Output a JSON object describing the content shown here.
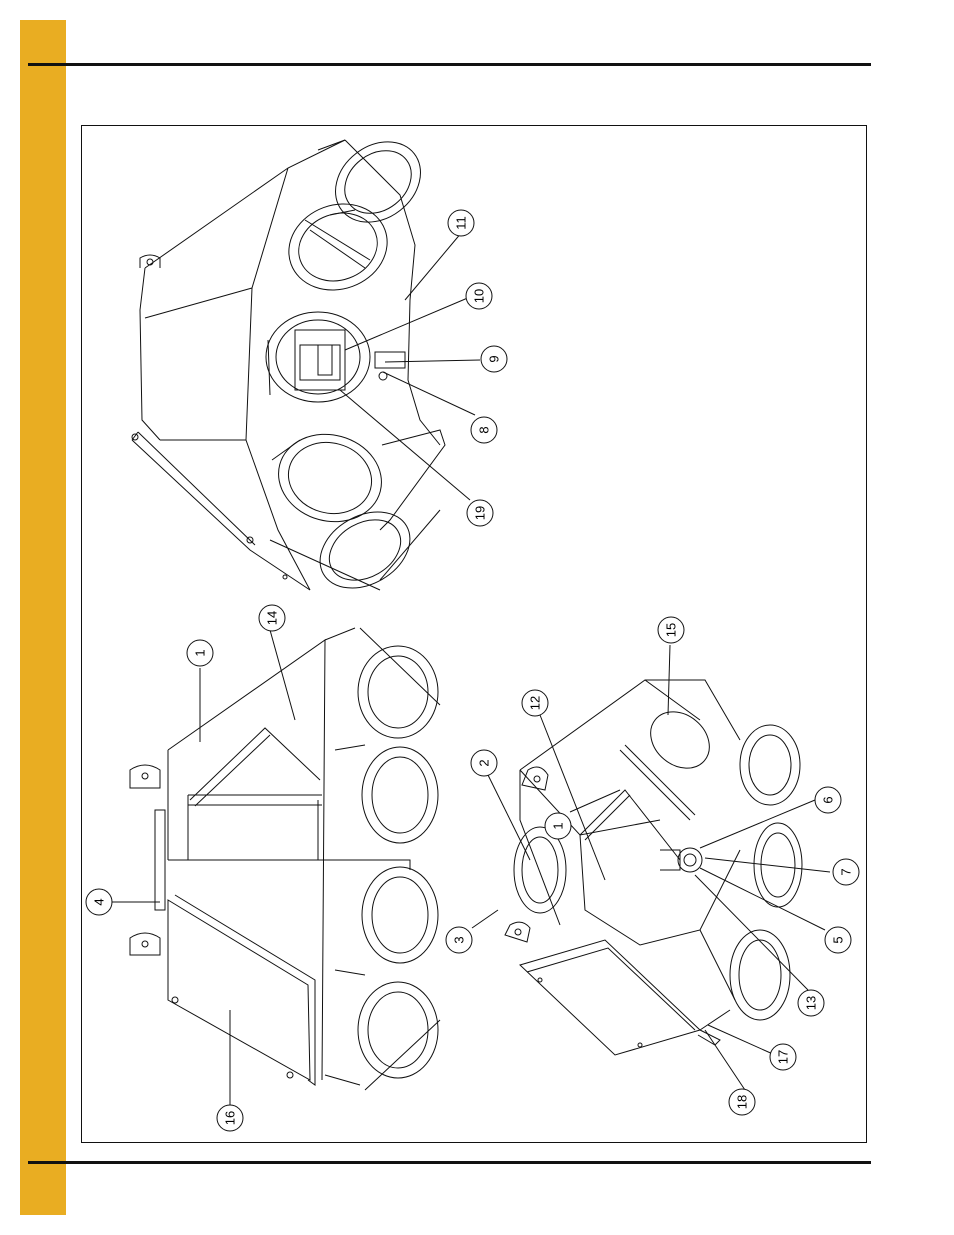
{
  "colors": {
    "sidebar": "#E9AD22",
    "rule": "#111111",
    "line": "#111111"
  },
  "figure": {
    "top_view_callouts": [
      "11",
      "10",
      "9",
      "8",
      "19"
    ],
    "left_view_callouts": [
      "1",
      "14",
      "4",
      "16"
    ],
    "right_view_callouts": [
      "15",
      "12",
      "2",
      "1",
      "3",
      "6",
      "7",
      "5",
      "13",
      "17",
      "18"
    ]
  }
}
